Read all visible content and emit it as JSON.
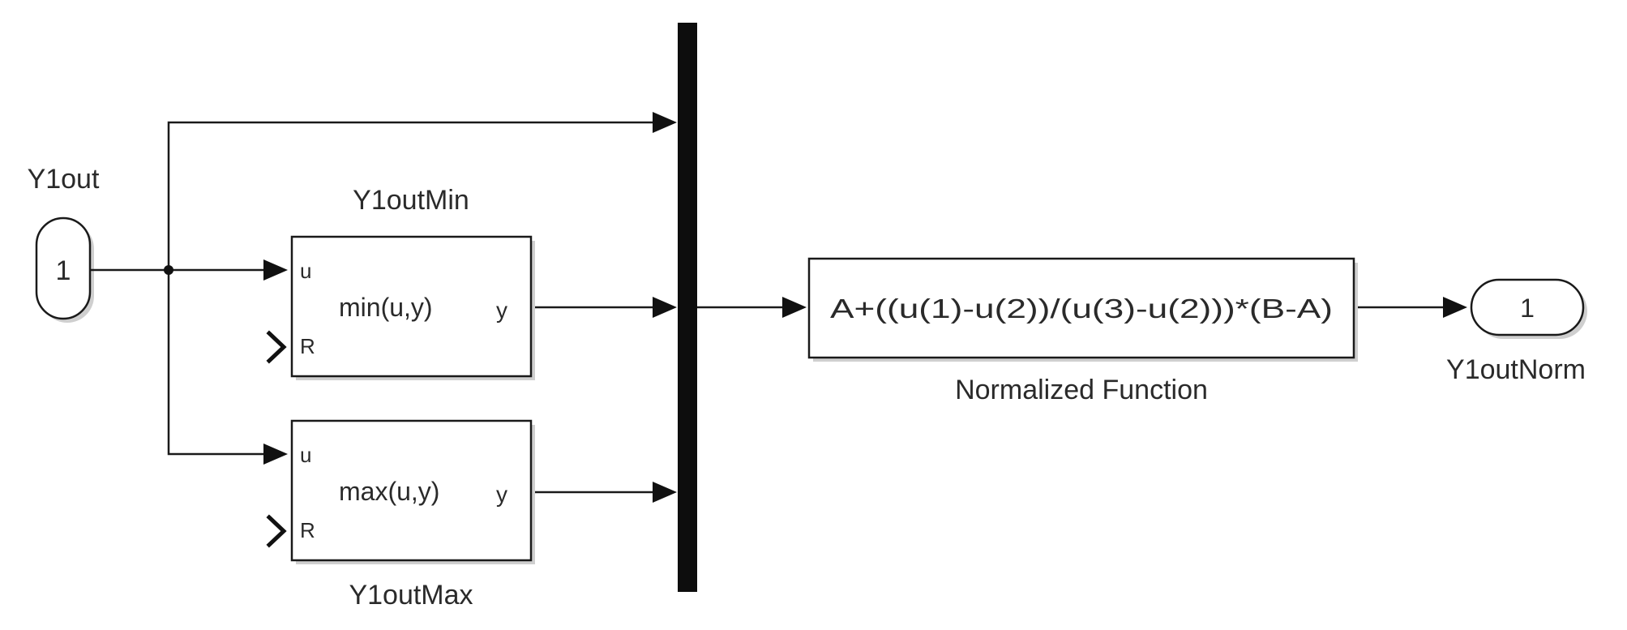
{
  "inport": {
    "label": "Y1out",
    "number": "1"
  },
  "min_block": {
    "title": "Y1outMin",
    "expr": "min(u,y)",
    "port_in_u": "u",
    "port_in_r": "R",
    "port_out": "y"
  },
  "max_block": {
    "title": "Y1outMax",
    "expr": "max(u,y)",
    "port_in_u": "u",
    "port_in_r": "R",
    "port_out": "y"
  },
  "fcn_block": {
    "expr": "A+((u(1)-u(2))/(u(3)-u(2)))*(B-A)",
    "name": "Normalized Function"
  },
  "outport": {
    "label": "Y1outNorm",
    "number": "1"
  }
}
